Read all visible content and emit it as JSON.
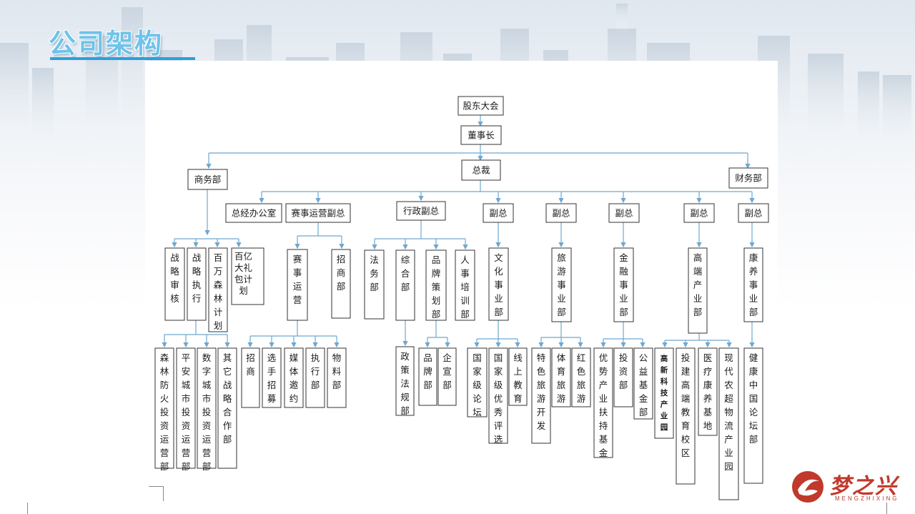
{
  "title": "公司架构",
  "logo": {
    "text": "梦之兴",
    "sub": "MENGZHIXING"
  },
  "colors": {
    "title": "#6ec3ea",
    "underline": "#2c9fdc",
    "connector": "#6fa8cf",
    "logo": "#c0392b"
  },
  "nodes": {
    "gudong": "股东大会",
    "dongshi": "董事长",
    "zongcai": "总裁",
    "shangwu": "商务部",
    "caiwu": "财务部",
    "zongjingban": "总经办公室",
    "saishi_fuzong": "赛事运营副总",
    "xingzheng_fuzong": "行政副总",
    "fuzong1": "副总",
    "fuzong2": "副总",
    "fuzong3": "副总",
    "fuzong4": "副总",
    "fuzong5": "副总",
    "zhanlue_shenhe": "战略审核",
    "zhanlue_zhixing": "战略执行",
    "baiwan_senlin": "百万森林计划",
    "baiyi_dali": "百亿大礼包计划",
    "saishi_yunying": "赛事运营",
    "zhaoshang_bu": "招商部",
    "fawu": "法务部",
    "zonghe": "综合部",
    "pinpai_cehua": "品牌策划部",
    "renshi_peixun": "人事培训部",
    "wenhua": "文化事业部",
    "lvyou": "旅游事业部",
    "jinrong": "金融事业部",
    "gaoduan": "高端产业部",
    "kangyang": "康养事业部",
    "senlin_fanghuo": "森林防火投资运营部",
    "pingan_chengshi": "平安城市投资运营部",
    "shuzi_chengshi": "数字城市投资运营部",
    "qita_zhanlue": "其它战略合作部",
    "zhaoshang": "招商",
    "xuanshou": "选手招募",
    "meiti": "媒体邀约",
    "zhixing": "执行部",
    "wuliao": "物料部",
    "zhengce": "政策法规部",
    "pinpai_bu": "品牌部",
    "qixuan": "企宣部",
    "luntan": "国家级论坛",
    "youxiu": "国家级优秀评选",
    "xianshang": "线上教育",
    "tese": "特色旅游开发",
    "tiyu": "体育旅游",
    "hongse": "红色旅游",
    "youshi": "优势产业扶持基金",
    "touzi": "投资部",
    "gongyi": "公益基金部",
    "gaoxin": "高新科技产业园",
    "touzi_jiaoyu": "投建高端教育校区",
    "yiliao": "医疗康养基地",
    "xiandai": "现代农超物流产业园",
    "jiankang": "健康中国论坛部"
  }
}
